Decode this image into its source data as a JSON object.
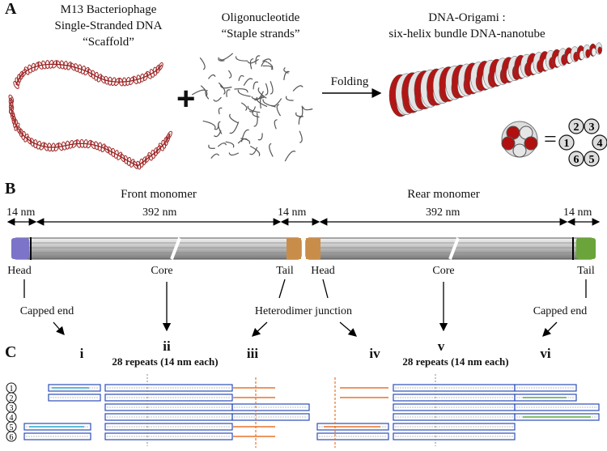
{
  "panels": {
    "a": "A",
    "b": "B",
    "c": "C"
  },
  "panel_a": {
    "scaffold": [
      "M13 Bacteriophage",
      "Single-Stranded DNA",
      "“Scaffold”"
    ],
    "staples": [
      "Oligonucleotide",
      "“Staple strands”"
    ],
    "plus": "+",
    "arrow_label": "Folding",
    "origami": [
      "DNA-Origami :",
      "six-helix bundle DNA-nanotube"
    ],
    "helix_numbers": [
      "1",
      "2",
      "3",
      "4",
      "5",
      "6"
    ],
    "equals": "="
  },
  "panel_b": {
    "front": "Front monomer",
    "rear": "Rear monomer",
    "dims": [
      "14 nm",
      "392 nm",
      "14 nm",
      "392 nm",
      "14 nm"
    ],
    "parts": [
      "Head",
      "Core",
      "Tail",
      "Head",
      "Core",
      "Tail"
    ],
    "capped_left": "Capped end",
    "junction": "Heterodimer junction",
    "capped_right": "Capped end",
    "colors": {
      "head_front": "#7b74c9",
      "tail_front": "#c98d4a",
      "head_rear": "#c98d4a",
      "tail_rear": "#6aa43a"
    }
  },
  "panel_c": {
    "romans": [
      "i",
      "ii",
      "iii",
      "iv",
      "v",
      "vi"
    ],
    "repeats": [
      "28 repeats (14 nm each)",
      "28 repeats (14 nm each)"
    ],
    "helix_numbers": [
      "1",
      "2",
      "3",
      "4",
      "5",
      "6"
    ],
    "colors": {
      "scaffold": "#2b4db8",
      "cyan": "#2aa6c8",
      "orange": "#e8742a",
      "green": "#5aa83a"
    }
  }
}
